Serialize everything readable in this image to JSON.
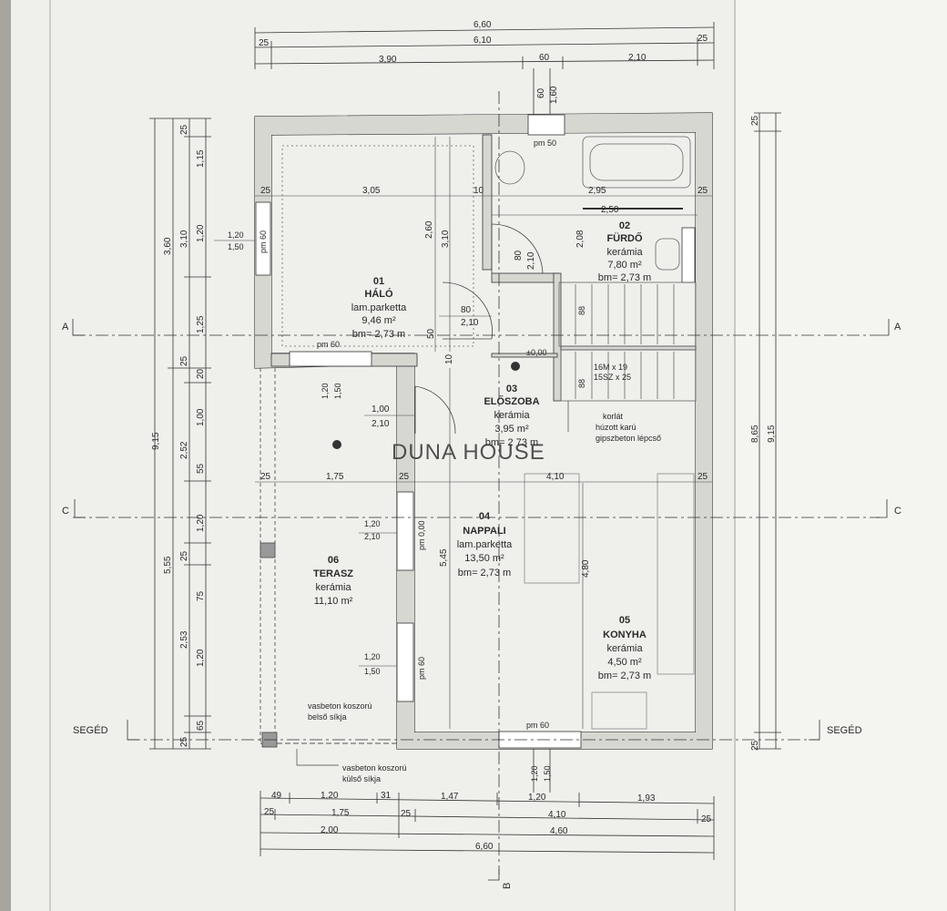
{
  "watermark": "DUNA HOUSE",
  "rooms": {
    "halo": {
      "num": "01",
      "name": "HÁLÓ",
      "floor": "lam.parketta",
      "area": "9,46 m²",
      "height": "bm= 2,73 m"
    },
    "furdo": {
      "num": "02",
      "name": "FÜRDŐ",
      "floor": "kerámia",
      "area": "7,80 m²",
      "height": "bm= 2,73 m"
    },
    "eloszoba": {
      "num": "03",
      "name": "ELŐSZOBA",
      "floor": "kerámia",
      "area": "3,95 m²",
      "height": "bm= 2 73 m"
    },
    "nappali": {
      "num": "04",
      "name": "NAPPALI",
      "floor": "lam.parketta",
      "area": "13,50 m²",
      "height": "bm= 2,73 m"
    },
    "konyha": {
      "num": "05",
      "name": "KONYHA",
      "floor": "kerámia",
      "area": "4,50 m²",
      "height": "bm= 2,73 m"
    },
    "terasz": {
      "num": "06",
      "name": "TERASZ",
      "floor": "kerámia",
      "area": "11,10 m²"
    }
  },
  "section_marks": {
    "a": "A",
    "c": "C",
    "seged": "SEGÉD",
    "b": "B"
  },
  "notes": {
    "stair": "16M x 19",
    "stair2": "15SZ x 25",
    "korlat": "korlát",
    "huzott": "húzott karú",
    "gipsz": "gipszbeton lépcső",
    "koszoru1": "vasbeton koszorú",
    "koszoru1b": "belső síkja",
    "koszoru2": "vasbeton koszorú",
    "koszoru2b": "külső síkja",
    "level": "±0,00"
  },
  "dims": {
    "top1": "6,60",
    "top2a": "25",
    "top2b": "6,10",
    "top2c": "25",
    "top3a": "3,90",
    "top3b": "60",
    "top3c": "2,10",
    "topwin1": "60",
    "topwin2": "1,60",
    "bot1a": "49",
    "bot1b": "1,20",
    "bot1c": "31",
    "bot1d": "1,47",
    "bot1e": "1,20",
    "bot1f": "1,93",
    "bot2a": "25",
    "bot2b": "1,75",
    "bot2c": "25",
    "bot2d": "4,10",
    "bot2e": "25",
    "bot3a": "2,00",
    "bot3b": "4,60",
    "bot4": "6,60",
    "l_total": "9,15",
    "l_360": "3,60",
    "l_555": "5,55",
    "l_310": "3,10",
    "l_252": "2,52",
    "l_253": "2,53",
    "l_25a": "25",
    "l_115": "1,15",
    "l_120a": "1,20",
    "l_125": "1,25",
    "l_25b": "25",
    "l_20": "20",
    "l_100": "1,00",
    "l_55": "55",
    "l_120b": "1,20",
    "l_25c": "25",
    "l_75": "75",
    "l_120c": "1,20",
    "l_65": "65",
    "l_25d": "25",
    "r_25": "25",
    "r_865": "8,65",
    "r_915": "9,15",
    "r_25b": "25",
    "win_l1a": "1,20",
    "win_l1b": "1,50",
    "pm60a": "pm 60",
    "in_305": "3,05",
    "in_10": "10",
    "in_295": "2,95",
    "in_25a": "25",
    "in_25b": "25",
    "in_250": "2,50",
    "in_208": "2,08",
    "in_260": "2,60",
    "in_310": "3,10",
    "in_80a": "80",
    "in_210a": "2,10",
    "in_80b": "80",
    "in_210b": "2,10",
    "in_50": "50",
    "in_10b": "10",
    "pm50": "pm 50",
    "pm60b": "pm 60",
    "e_120": "1,20",
    "e_150": "1,50",
    "e_100": "1,00",
    "e_210": "2,10",
    "n_25": "25",
    "n_175": "1,75",
    "n_25b": "25",
    "n_410": "4,10",
    "n_25c": "25",
    "t_120": "1,20",
    "t_210": "2,10",
    "t_pm": "pm 0,00",
    "t2_120": "1,20",
    "t2_150": "1,50",
    "t2_pm": "pm 60",
    "n_545": "5,45",
    "n_480": "4,80",
    "pm60c": "pm 60",
    "b_120": "1,20",
    "b_150": "1,50",
    "s_88": "88",
    "s_88b": "88"
  }
}
